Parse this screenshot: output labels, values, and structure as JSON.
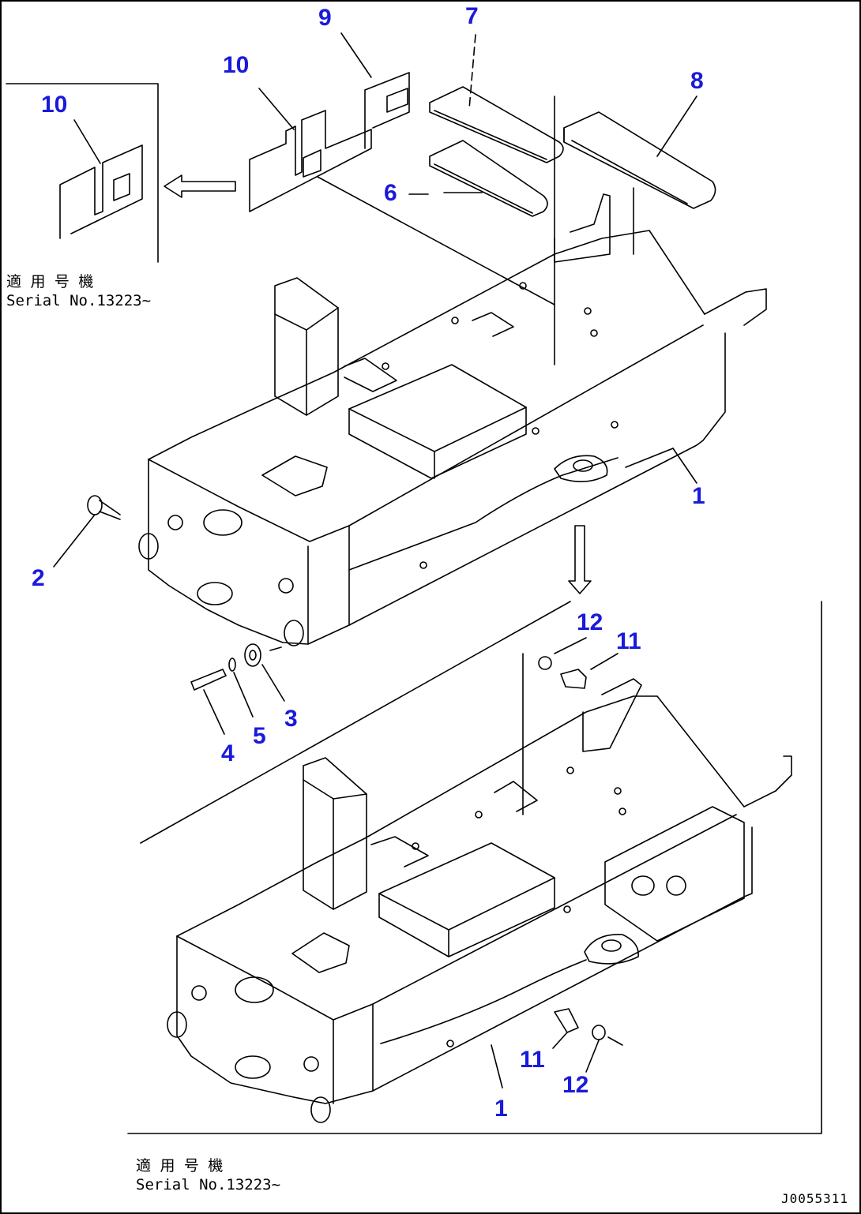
{
  "callouts": {
    "c1_top": "1",
    "c1_bottom": "1",
    "c2": "2",
    "c3": "3",
    "c4": "4",
    "c5": "5",
    "c6": "6",
    "c7": "7",
    "c8": "8",
    "c9": "9",
    "c10_main": "10",
    "c10_inset": "10",
    "c11_top": "11",
    "c11_bottom": "11",
    "c12_top": "12",
    "c12_bottom": "12"
  },
  "notes": {
    "inset_applicable": "適 用 号 機",
    "inset_serial": "Serial No.13223~",
    "bottom_applicable": "適 用 号 機",
    "bottom_serial": "Serial No.13223~"
  },
  "drawing_id": "J0055311",
  "colors": {
    "callout": "#1a1adb",
    "line": "#000000"
  }
}
